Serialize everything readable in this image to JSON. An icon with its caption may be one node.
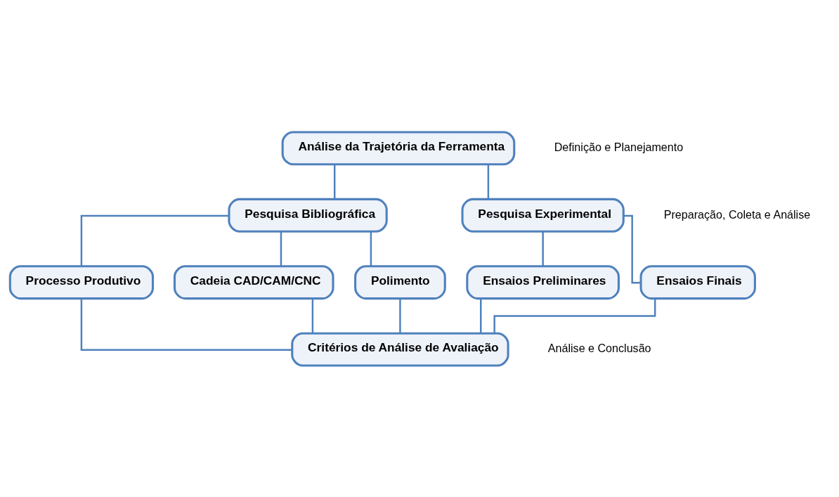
{
  "diagram": {
    "nodes": [
      {
        "text": [
          "Análise da Trajetória da Ferramenta"
        ]
      },
      {
        "text": [
          "Pesquisa Bibliográfica"
        ]
      },
      {
        "text": [
          "Pesquisa Experimental"
        ]
      },
      {
        "text": [
          "Processo Produtivo"
        ]
      },
      {
        "text": [
          "Cadeia CAD/CAM/CNC"
        ]
      },
      {
        "text": [
          "Polimento"
        ]
      },
      {
        "text": [
          "Ensaios Preliminares"
        ]
      },
      {
        "text": [
          "Ensaios Finais"
        ]
      },
      {
        "text": [
          "Critérios de Análise de Avaliação"
        ]
      }
    ],
    "edges": [
      {
        "from": 0,
        "to": 1,
        "arrow": "none"
      },
      {
        "from": 0,
        "to": 2,
        "arrow": "none"
      },
      {
        "from": 1,
        "to": 3,
        "arrow": "none"
      },
      {
        "from": 1,
        "to": 4,
        "arrow": "none"
      },
      {
        "from": 1,
        "to": 5,
        "arrow": "none"
      },
      {
        "from": 2,
        "to": 6,
        "arrow": "none"
      },
      {
        "from": 2,
        "to": 7,
        "arrow": "none"
      },
      {
        "from": 3,
        "to": 8,
        "arrow": "none"
      },
      {
        "from": 4,
        "to": 8,
        "arrow": "none"
      },
      {
        "from": 5,
        "to": 8,
        "arrow": "none"
      },
      {
        "from": 6,
        "to": 8,
        "arrow": "none"
      },
      {
        "from": 7,
        "to": 8,
        "arrow": "none"
      }
    ],
    "labels": [
      "Definição e Planejamento",
      "Preparação, Coleta e Análise",
      "Análise e Conclusão"
    ]
  }
}
